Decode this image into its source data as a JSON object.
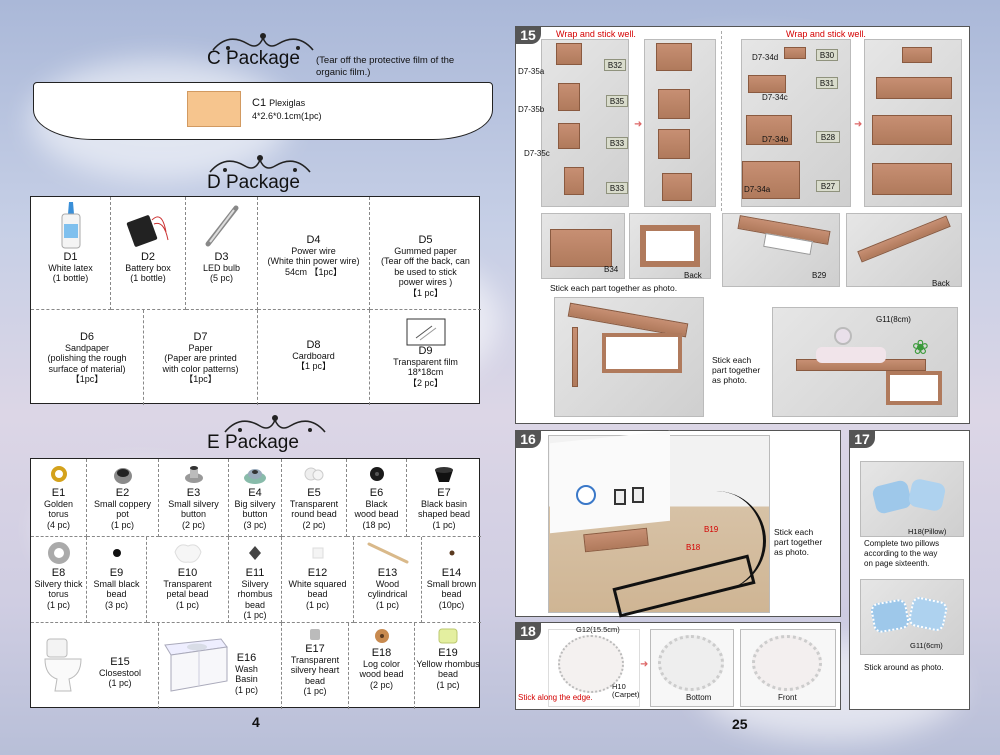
{
  "left": {
    "page_number": "4",
    "c_package": {
      "title": "C Package",
      "note": "(Tear off the protective film of the organic film.)",
      "item": {
        "code": "C1",
        "name": "Plexiglas",
        "spec": "4*2.6*0.1cm(1pc)",
        "swatch_color": "#f6c58e"
      }
    },
    "d_package": {
      "title": "D Package",
      "row1": [
        {
          "code": "D1",
          "lines": [
            "White latex",
            "(1 bottle)"
          ],
          "icon": "glue-bottle-icon"
        },
        {
          "code": "D2",
          "lines": [
            "Battery box",
            "(1 bottle)"
          ],
          "icon": "battery-box-icon"
        },
        {
          "code": "D3",
          "lines": [
            "LED bulb",
            "(5 pc)"
          ],
          "icon": "led-bulb-icon"
        },
        {
          "code": "D4",
          "lines": [
            "Power wire",
            "(White thin power wire)",
            "54cm 【1pc】"
          ]
        },
        {
          "code": "D5",
          "lines": [
            "Gummed paper",
            "(Tear off the back, can",
            "be used to stick",
            "power wires )",
            "【1 pc】"
          ]
        }
      ],
      "row2": [
        {
          "code": "D6",
          "lines": [
            "Sandpaper",
            "(polishing the rough",
            "surface of material)",
            "【1pc】"
          ]
        },
        {
          "code": "D7",
          "lines": [
            "Paper",
            "(Paper are printed",
            "with color patterns)",
            "【1pc】"
          ]
        },
        {
          "code": "D8",
          "lines": [
            "Cardboard",
            "【1 pc】"
          ]
        },
        {
          "code": "D9",
          "lines": [
            "Transparent film",
            "18*18cm",
            "【2 pc】"
          ],
          "icon": "transparent-film-icon"
        }
      ]
    },
    "e_package": {
      "title": "E Package",
      "row1": [
        {
          "code": "E1",
          "lines": [
            "Golden",
            "torus",
            "(4 pc)"
          ]
        },
        {
          "code": "E2",
          "lines": [
            "Small coppery",
            "pot",
            "(1 pc)"
          ]
        },
        {
          "code": "E3",
          "lines": [
            "Small  silvery",
            "button",
            "(2 pc)"
          ]
        },
        {
          "code": "E4",
          "lines": [
            "Big silvery",
            "button",
            "(3 pc)"
          ]
        },
        {
          "code": "E5",
          "lines": [
            "Transparent",
            "round bead",
            "(2 pc)"
          ]
        },
        {
          "code": "E6",
          "lines": [
            "Black",
            "wood bead",
            "(18 pc)"
          ]
        },
        {
          "code": "E7",
          "lines": [
            "Black basin",
            "shaped bead",
            "(1 pc)"
          ]
        }
      ],
      "row2": [
        {
          "code": "E8",
          "lines": [
            "Silvery thick",
            "torus",
            "(1 pc)"
          ]
        },
        {
          "code": "E9",
          "lines": [
            "Small black",
            "bead",
            "(3 pc)"
          ]
        },
        {
          "code": "E10",
          "lines": [
            "Transparent",
            "petal bead",
            "(1 pc)"
          ]
        },
        {
          "code": "E11",
          "lines": [
            "Silvery",
            "rhombus bead",
            "(1 pc)"
          ]
        },
        {
          "code": "E12",
          "lines": [
            "White squared",
            "bead",
            "(1 pc)"
          ]
        },
        {
          "code": "E13",
          "lines": [
            "Wood",
            "cylindrical",
            "(1 pc)"
          ]
        },
        {
          "code": "E14",
          "lines": [
            "Small brown",
            "bead",
            "(10pc)"
          ]
        }
      ],
      "row3": [
        {
          "code": "E15",
          "lines": [
            "Closestool",
            "(1 pc)"
          ]
        },
        {
          "code": "E16",
          "lines": [
            "Wash",
            "Basin",
            "(1 pc)"
          ]
        },
        {
          "code": "E17",
          "lines": [
            "Transparent",
            "silvery heart",
            "bead",
            "(1 pc)"
          ]
        },
        {
          "code": "E18",
          "lines": [
            "Log color",
            "wood bead",
            "(2 pc)"
          ]
        },
        {
          "code": "E19",
          "lines": [
            "Yellow rhombus",
            "bead",
            "(1 pc)"
          ]
        }
      ]
    }
  },
  "right": {
    "page_number": "25",
    "step15": {
      "number": "15",
      "header_left": "Wrap and stick well.",
      "header_right": "Wrap and stick well.",
      "left_labels": [
        "D7-35a",
        "D7-35b",
        "D7-35c"
      ],
      "left_cards": [
        "B32",
        "B35",
        "B33",
        "B33"
      ],
      "right_labels": [
        "D7-34d",
        "D7-34c",
        "D7-34b",
        "D7-34a"
      ],
      "right_cards": [
        "B30",
        "B31",
        "B28",
        "B27"
      ],
      "mid_left_tags": [
        "B34",
        "Back"
      ],
      "mid_right_tags": [
        "B29",
        "Back"
      ],
      "caption1": "Stick each part together as photo.",
      "caption2": [
        "Stick each",
        "part together",
        "as photo."
      ],
      "g11_tag": "G11(8cm)"
    },
    "step16": {
      "number": "16",
      "tags": [
        "B18",
        "B19"
      ],
      "caption": [
        "Stick each",
        "part together",
        "as photo."
      ]
    },
    "step17": {
      "number": "17",
      "tag1": "H18(Pillow)",
      "caption1": [
        "Complete two pillows",
        "according to the way",
        "on page sixteenth."
      ],
      "tag2": "G11(6cm)",
      "caption2": "Stick around as photo."
    },
    "step18": {
      "number": "18",
      "tag_top": "G12(15.5cm)",
      "tag_carpet": [
        "H10",
        "(Carpet)"
      ],
      "edge_note": "Stick along the edge.",
      "bottom": "Bottom",
      "front": "Front"
    }
  }
}
